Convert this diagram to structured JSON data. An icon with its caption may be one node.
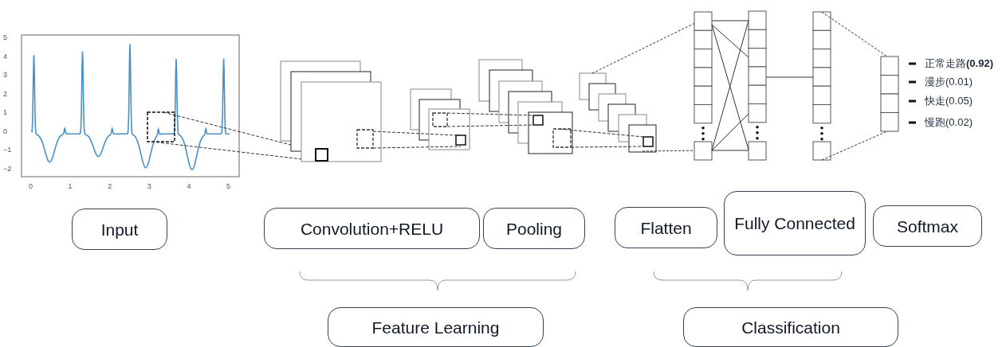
{
  "diagram": {
    "nodes": [
      {
        "text": [
          "Input"
        ]
      },
      {
        "text": [
          "Convolution+RELU"
        ]
      },
      {
        "text": [
          "Pooling"
        ]
      },
      {
        "text": [
          "Flatten"
        ]
      },
      {
        "text": [
          "Fully Connected"
        ]
      },
      {
        "text": [
          "Softmax"
        ]
      },
      {
        "text": [
          "Feature Learning"
        ]
      },
      {
        "text": [
          "Classification"
        ]
      }
    ],
    "labels": [
      "5",
      "4",
      "3",
      "2",
      "1",
      "0",
      "−1",
      "−2",
      "0",
      "1",
      "2",
      "3",
      "4",
      "5",
      "正常走路**(0.92)**",
      "漫步(0.01)",
      "快走(0.05)",
      "慢跑(0.02)"
    ]
  }
}
